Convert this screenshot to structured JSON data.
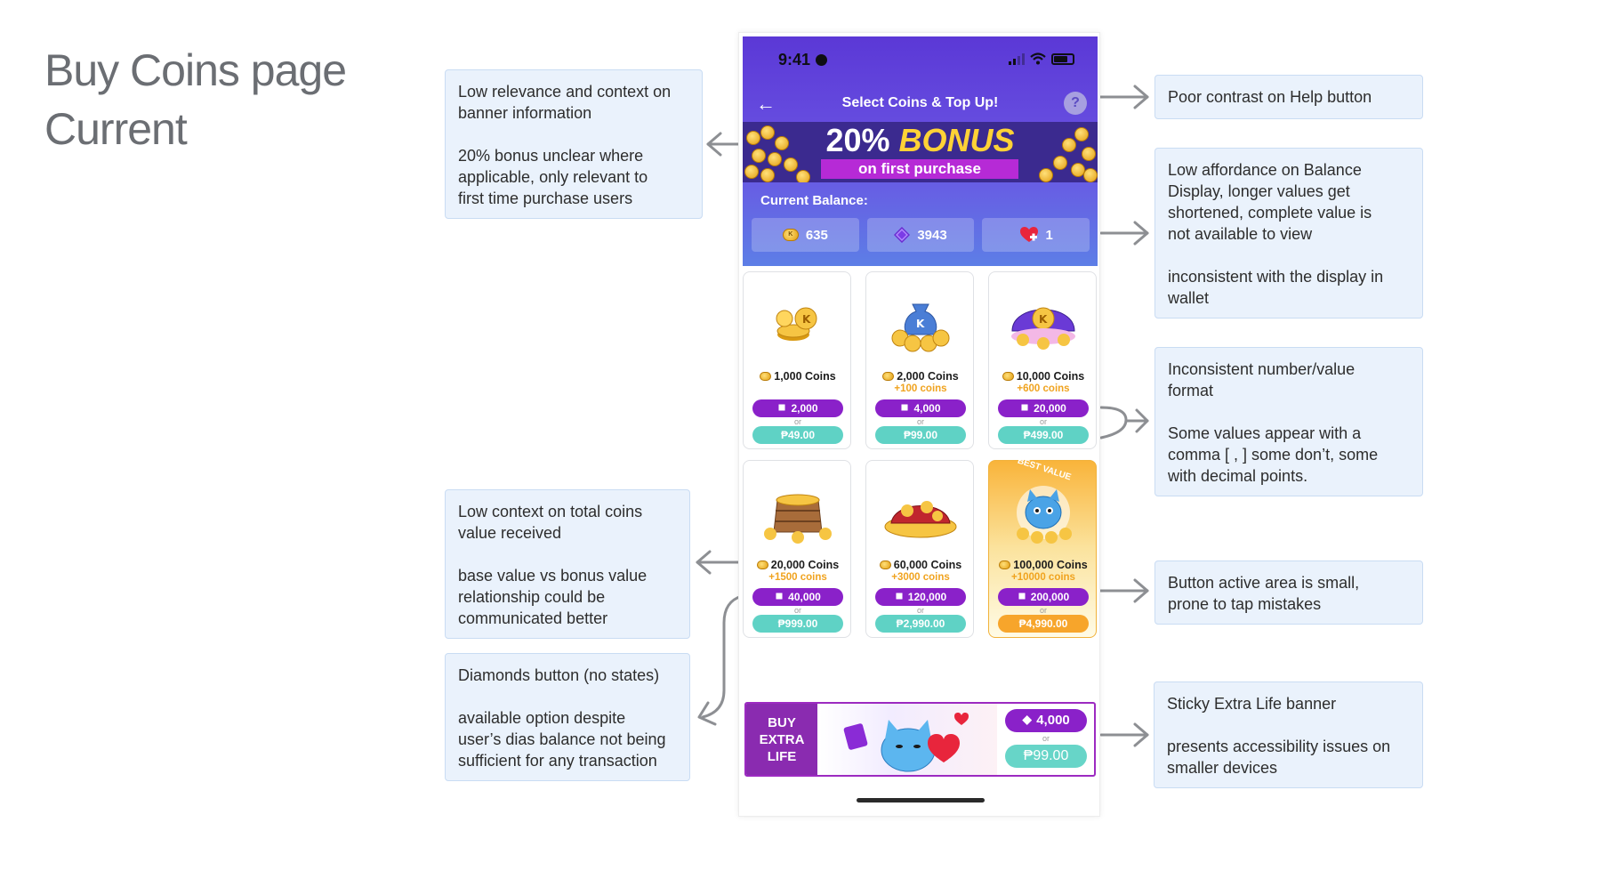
{
  "page": {
    "title_line1": "Buy Coins page",
    "title_line2": "Current"
  },
  "annotations": {
    "banner": [
      "Low relevance and context on\nbanner information",
      "20% bonus unclear where\napplicable, only relevant to\nfirst time purchase users"
    ],
    "help": [
      "Poor contrast on Help button"
    ],
    "balance": [
      "Low affordance on Balance\nDisplay, longer values get\nshortened, complete value is\nnot available to view",
      "inconsistent with the display in\nwallet"
    ],
    "format": [
      "Inconsistent number/value\nformat",
      "Some values appear with a\ncomma [ , ] some don’t, some\nwith decimal points."
    ],
    "total": [
      "Low context on total coins\nvalue received",
      "base value vs bonus value\nrelationship could be\ncommunicated better"
    ],
    "tap": [
      "Button active area is small,\nprone to tap mistakes"
    ],
    "diamonds": [
      "Diamonds button (no states)",
      "available option despite\nuser’s dias balance not being\nsufficient for any transaction"
    ],
    "sticky": [
      "Sticky Extra Life banner",
      "presents accessibility issues on\nsmaller devices"
    ]
  },
  "phone": {
    "status_time": "9:41",
    "nav_title": "Select Coins & Top Up!",
    "help_label": "?",
    "banner_pct": "20%",
    "banner_word": "BONUS",
    "banner_sub": "on first purchase",
    "balance_label": "Current Balance:",
    "balances": {
      "coins": "635",
      "diamonds": "3943",
      "lives": "1"
    },
    "coin_glyph": "K",
    "packs": [
      {
        "coins": "1,000 Coins",
        "bonus": "",
        "diamonds": "2,000",
        "or": "or",
        "price": "₱49.00"
      },
      {
        "coins": "2,000 Coins",
        "bonus": "+100 coins",
        "diamonds": "4,000",
        "or": "or",
        "price": "₱99.00"
      },
      {
        "coins": "10,000 Coins",
        "bonus": "+600 coins",
        "diamonds": "20,000",
        "or": "or",
        "price": "₱499.00"
      },
      {
        "coins": "20,000 Coins",
        "bonus": "+1500 coins",
        "diamonds": "40,000",
        "or": "or",
        "price": "₱999.00"
      },
      {
        "coins": "60,000 Coins",
        "bonus": "+3000 coins",
        "diamonds": "120,000",
        "or": "or",
        "price": "₱2,990.00"
      },
      {
        "coins": "100,000 Coins",
        "bonus": "+10000 coins",
        "diamonds": "200,000",
        "or": "or",
        "price": "₱4,990.00",
        "ribbon": "BEST VALUE"
      }
    ],
    "extra_life": {
      "label": "BUY\nEXTRA\nLIFE",
      "diamonds": "4,000",
      "or": "or",
      "price": "₱99.00"
    }
  },
  "colors": {
    "header": "#5b38d6",
    "diamond_btn": "#8a21c9",
    "price_btn": "#5fd2c5",
    "best_price": "#f7a52b",
    "note_bg": "#eaf2fc",
    "note_border": "#c9dcf3"
  },
  "icons": [
    "back-arrow-icon",
    "help-icon",
    "coin-icon",
    "diamond-icon",
    "heart-plus-icon",
    "signal-icon",
    "wifi-icon",
    "battery-icon"
  ]
}
